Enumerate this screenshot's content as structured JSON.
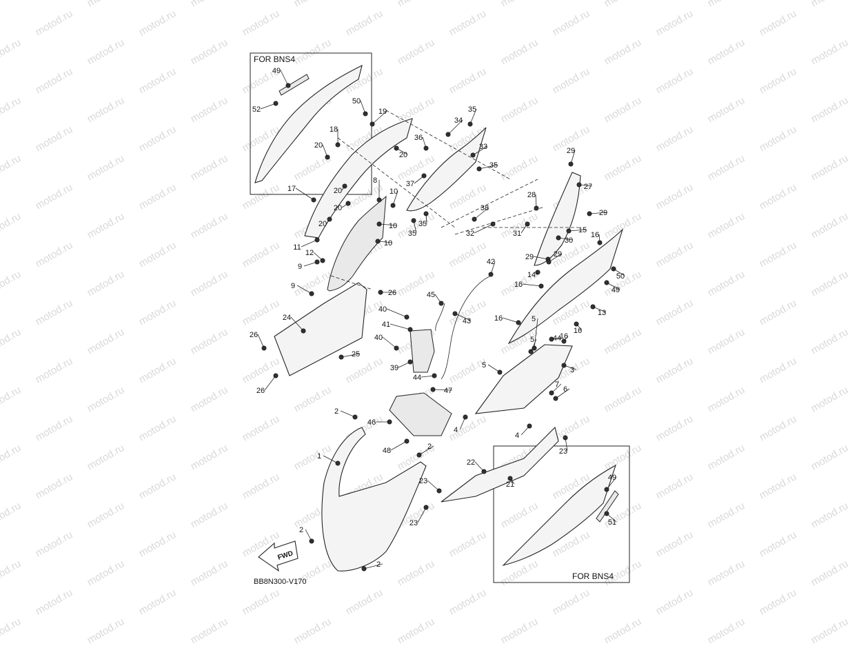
{
  "watermark": "motod.ru",
  "diagram_code": "BB8N300-V170",
  "inset_top": {
    "title": "FOR BNS4"
  },
  "inset_bottom": {
    "title": "FOR BNS4"
  },
  "fwd_label": "FWD",
  "callouts": [
    "49",
    "52",
    "50",
    "19",
    "18",
    "20",
    "20",
    "20",
    "20",
    "20",
    "17",
    "8",
    "10",
    "10",
    "10",
    "11",
    "12",
    "9",
    "9",
    "26",
    "24",
    "26",
    "26",
    "25",
    "35",
    "34",
    "36",
    "33",
    "35",
    "37",
    "35",
    "35",
    "38",
    "32",
    "31",
    "29",
    "27",
    "28",
    "29",
    "29",
    "15",
    "16",
    "30",
    "29",
    "14",
    "16",
    "50",
    "49",
    "13",
    "16",
    "16",
    "44",
    "42",
    "45",
    "43",
    "40",
    "41",
    "40",
    "39",
    "44",
    "47",
    "5",
    "5",
    "16",
    "5",
    "3",
    "7",
    "6",
    "4",
    "4",
    "2",
    "46",
    "48",
    "2",
    "1",
    "22",
    "21",
    "23",
    "23",
    "23",
    "2",
    "2",
    "49",
    "51"
  ]
}
